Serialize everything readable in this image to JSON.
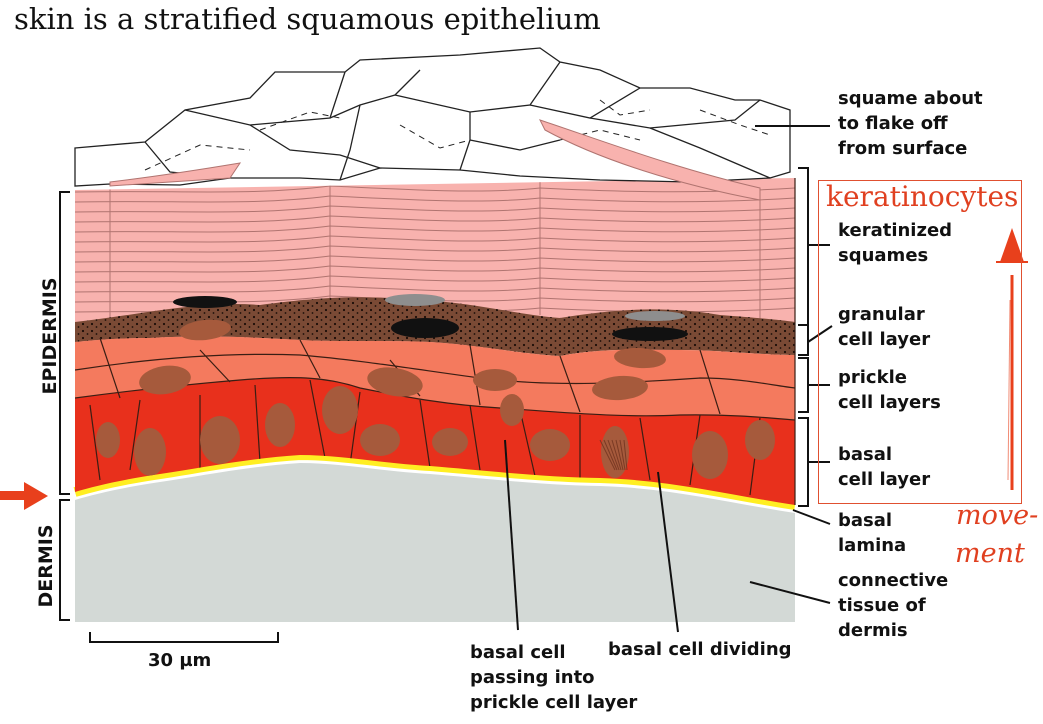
{
  "title": "skin is a stratified squamous epithelium",
  "labels": {
    "squame": [
      "squame about",
      "to flake off",
      "from surface"
    ],
    "keratinized": [
      "keratinized",
      "squames"
    ],
    "granular": [
      "granular",
      "cell layer"
    ],
    "prickle": [
      "prickle",
      "cell layers"
    ],
    "basal_layer": [
      "basal",
      "cell layer"
    ],
    "basal_lamina": [
      "basal",
      "lamina"
    ],
    "connective": [
      "connective",
      "tissue of",
      "dermis"
    ],
    "passing": [
      "basal cell",
      "passing into",
      "prickle cell layer"
    ],
    "dividing": "basal cell dividing",
    "scale": "30 µm",
    "epidermis": "EPIDERMIS",
    "dermis": "DERMIS"
  },
  "annotations": {
    "keratinocytes": "keratinocytes",
    "movement": [
      "move-",
      "ment"
    ]
  },
  "colors": {
    "squame_fill": "#ffffff",
    "keratinized": "#f8b2ae",
    "keratinized_line": "#d88c88",
    "granular": "#7a4a35",
    "prickle": "#f47a5e",
    "basal": "#e8301c",
    "nucleus": "#a65a3c",
    "lamina": "#ffee22",
    "dermis": "#d3d9d6",
    "annotation": "#e04020"
  }
}
